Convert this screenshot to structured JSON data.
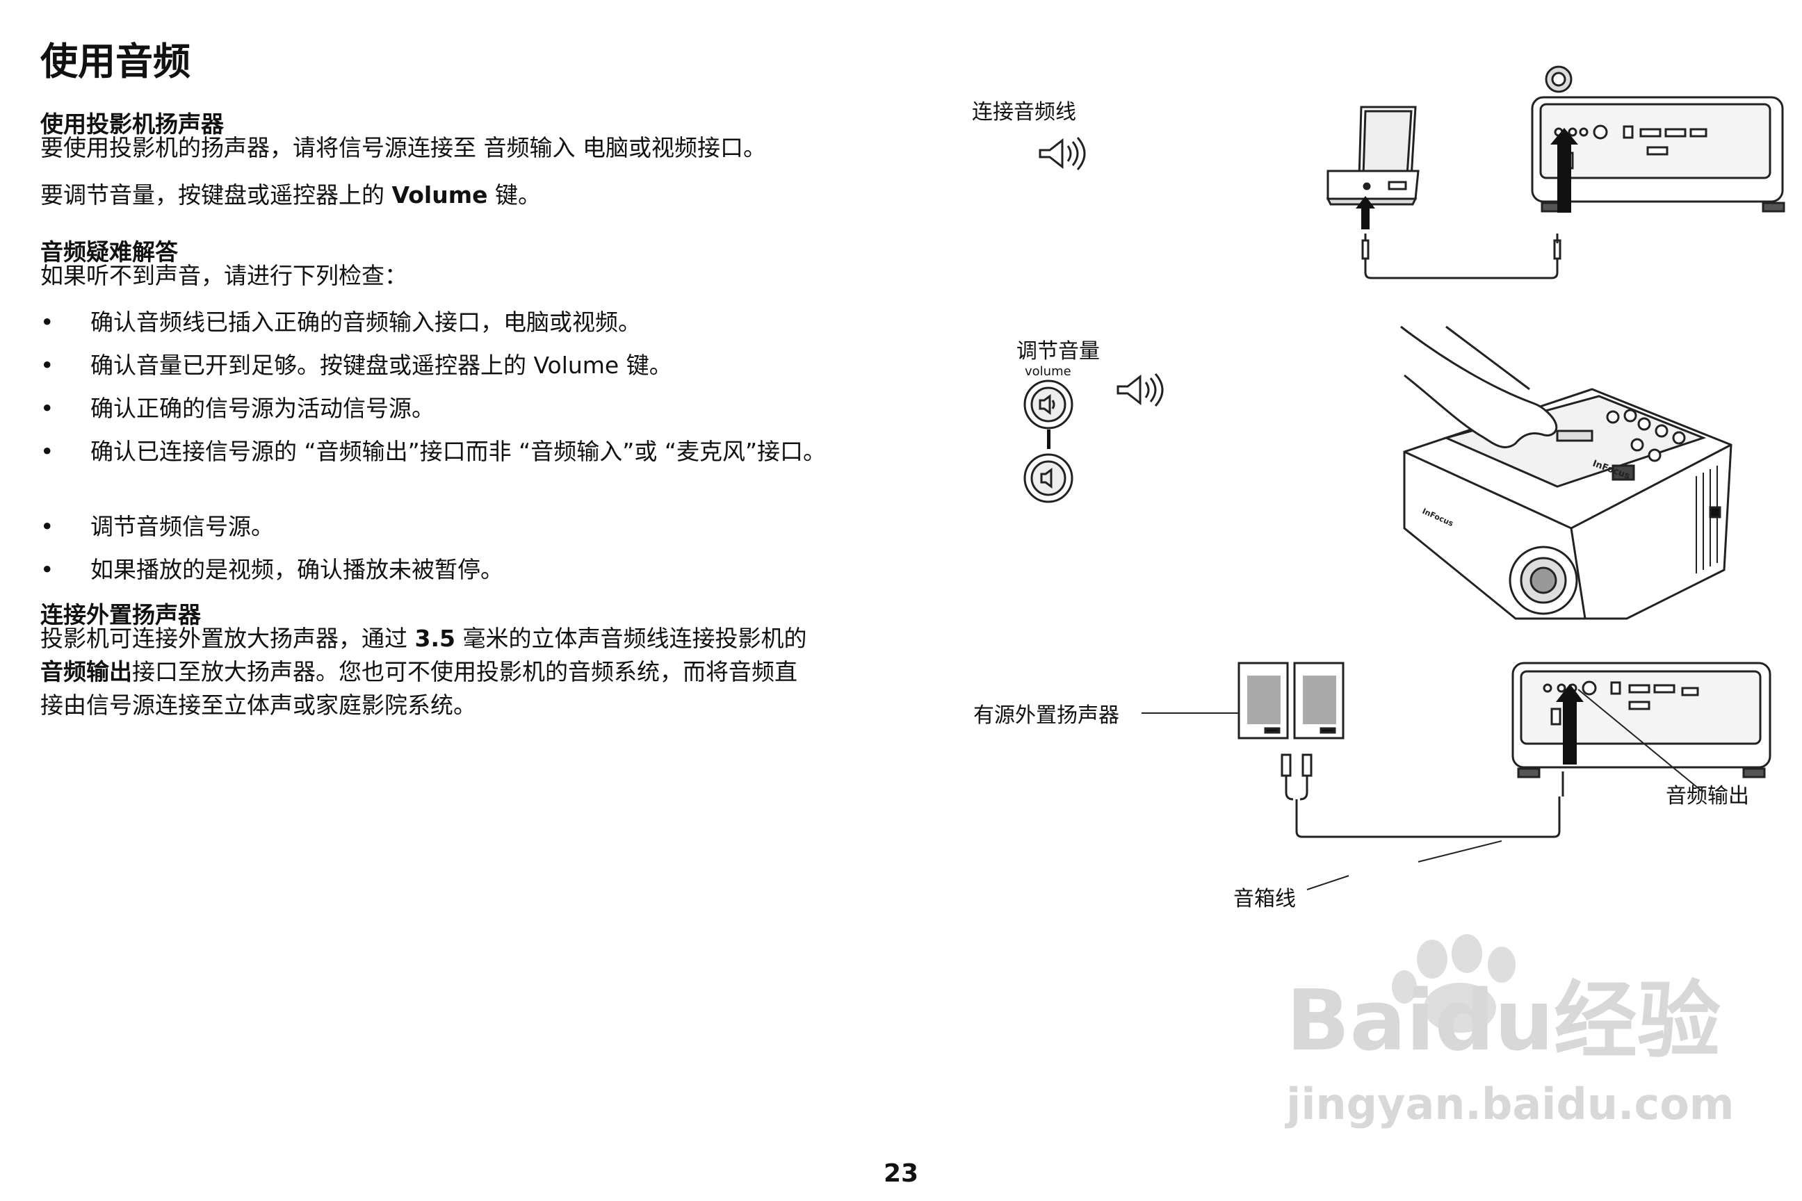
{
  "title": "使用音频",
  "sections": {
    "speaker": {
      "heading": "使用投影机扬声器",
      "p1": "要使用投影机的扬声器，请将信号源连接至 音频输入 电脑或视频接口。",
      "p2_before": "要调节音量，按键盘或遥控器上的 ",
      "p2_bold": "Volume",
      "p2_after": " 键。"
    },
    "troubleshoot": {
      "heading": "音频疑难解答",
      "intro": "如果听不到声音，请进行下列检查：",
      "bullet_symbol": "•",
      "items": [
        "确认音频线已插入正确的音频输入接口，电脑或视频。",
        "确认音量已开到足够。按键盘或遥控器上的 Volume 键。",
        "确认正确的信号源为活动信号源。",
        "确认已连接信号源的 “音频输出”接口而非 “音频输入”或 “麦克风”接口。",
        "调节音频信号源。",
        "如果播放的是视频，确认播放未被暂停。"
      ]
    },
    "external": {
      "heading": "连接外置扬声器",
      "line1_before": "投影机可连接外置放大扬声器，通过 ",
      "line1_bold": "3.5",
      "line1_after": " 毫米的立体声音频线连接投影机的",
      "line2_bold": "音频输出",
      "line2_after": "接口至放大扬声器。您也可不使用投影机的音频系统，而将音频直",
      "line3": "接由信号源连接至立体声或家庭影院系统。"
    }
  },
  "diagram": {
    "connect_label": "连接音频线",
    "adjust_label": "调节音量",
    "volume_label": "volume",
    "speaker_label": "有源外置扬声器",
    "audio_out_label": "音频输出",
    "cable_label": "音箱线",
    "brand": "InFocus"
  },
  "watermark": {
    "logo": "Baidu经验",
    "url": "jingyan.baidu.com"
  },
  "page_number": "23"
}
